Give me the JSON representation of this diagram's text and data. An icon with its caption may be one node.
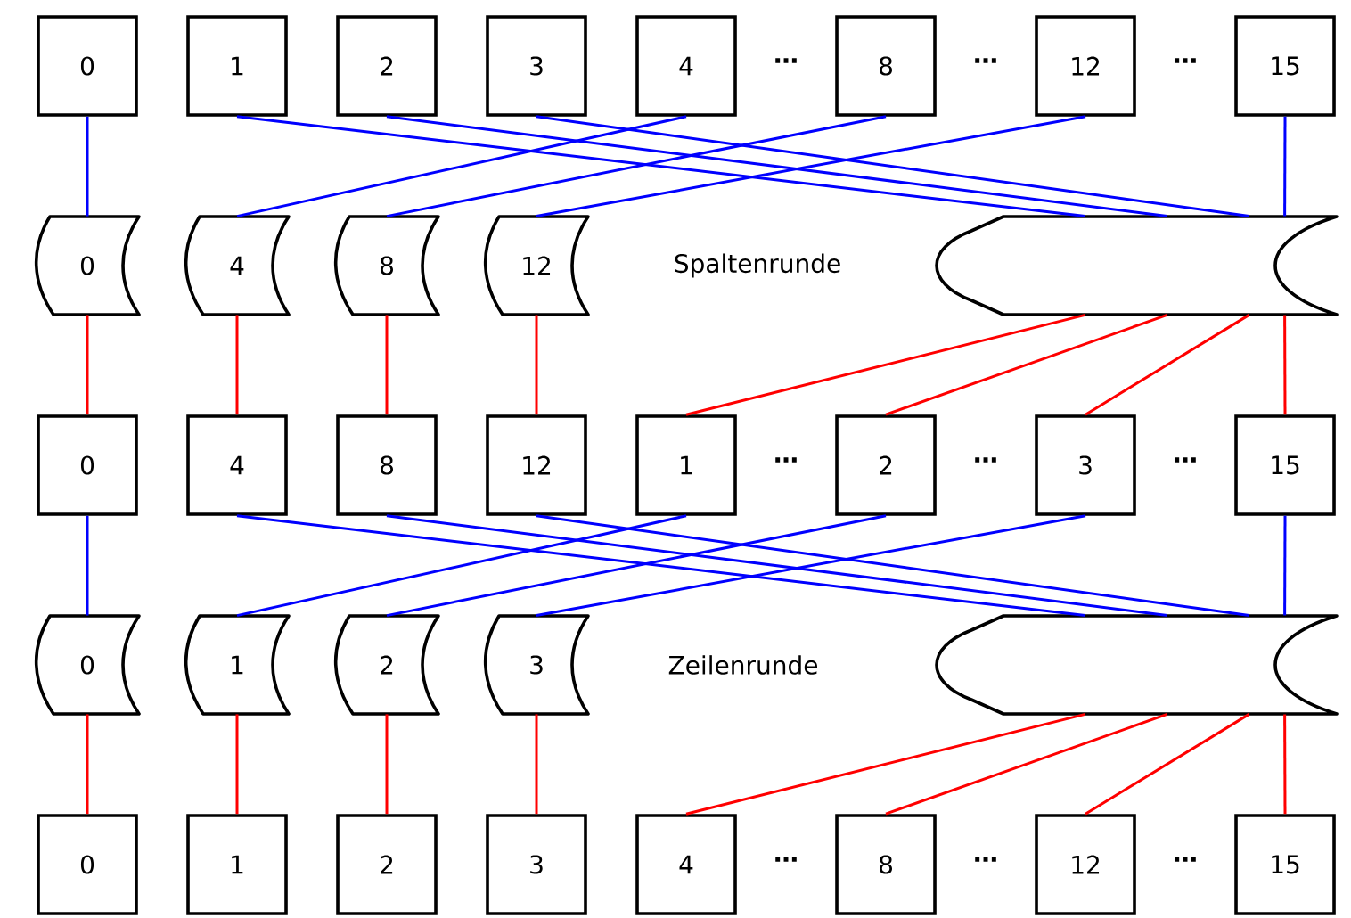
{
  "diagram": {
    "nodes": [
      {
        "text": [
          "0"
        ]
      },
      {
        "text": [
          "1"
        ]
      },
      {
        "text": [
          "2"
        ]
      },
      {
        "text": [
          "3"
        ]
      },
      {
        "text": [
          "4"
        ]
      },
      {
        "text": [
          "8"
        ]
      },
      {
        "text": [
          "12"
        ]
      },
      {
        "text": [
          "15"
        ]
      },
      {
        "text": [
          "0"
        ]
      },
      {
        "text": [
          "4"
        ]
      },
      {
        "text": [
          "8"
        ]
      },
      {
        "text": [
          "12"
        ]
      },
      {
        "text": [],
        "shape": "box"
      },
      {
        "text": [
          "0"
        ]
      },
      {
        "text": [
          "4"
        ]
      },
      {
        "text": [
          "8"
        ]
      },
      {
        "text": [
          "12"
        ]
      },
      {
        "text": [
          "1"
        ]
      },
      {
        "text": [
          "2"
        ]
      },
      {
        "text": [
          "3"
        ]
      },
      {
        "text": [
          "15"
        ]
      },
      {
        "text": [
          "0"
        ]
      },
      {
        "text": [
          "1"
        ]
      },
      {
        "text": [
          "2"
        ]
      },
      {
        "text": [
          "3"
        ]
      },
      {
        "text": [],
        "shape": "box"
      },
      {
        "text": [
          "0"
        ]
      },
      {
        "text": [
          "1"
        ]
      },
      {
        "text": [
          "2"
        ]
      },
      {
        "text": [
          "3"
        ]
      },
      {
        "text": [
          "4"
        ]
      },
      {
        "text": [
          "8"
        ]
      },
      {
        "text": [
          "12"
        ]
      },
      {
        "text": [
          "15"
        ]
      }
    ],
    "edges": [
      {
        "from": 0,
        "to": 8,
        "arrow": "none",
        "color": "#0000ff"
      },
      {
        "from": 4,
        "to": 9,
        "arrow": "none",
        "color": "#0000ff"
      },
      {
        "from": 5,
        "to": 10,
        "arrow": "none",
        "color": "#0000ff"
      },
      {
        "from": 6,
        "to": 11,
        "arrow": "none",
        "color": "#0000ff"
      },
      {
        "from": 1,
        "to": 12,
        "arrow": "none",
        "color": "#0000ff"
      },
      {
        "from": 2,
        "to": 12,
        "arrow": "none",
        "color": "#0000ff"
      },
      {
        "from": 3,
        "to": 12,
        "arrow": "none",
        "color": "#0000ff"
      },
      {
        "from": 7,
        "to": 12,
        "arrow": "none",
        "color": "#0000ff"
      },
      {
        "from": 8,
        "to": 13,
        "arrow": "none",
        "color": "#ff0000"
      },
      {
        "from": 9,
        "to": 14,
        "arrow": "none",
        "color": "#ff0000"
      },
      {
        "from": 10,
        "to": 15,
        "arrow": "none",
        "color": "#ff0000"
      },
      {
        "from": 11,
        "to": 16,
        "arrow": "none",
        "color": "#ff0000"
      },
      {
        "from": 12,
        "to": 17,
        "arrow": "none",
        "color": "#ff0000"
      },
      {
        "from": 12,
        "to": 18,
        "arrow": "none",
        "color": "#ff0000"
      },
      {
        "from": 12,
        "to": 19,
        "arrow": "none",
        "color": "#ff0000"
      },
      {
        "from": 12,
        "to": 20,
        "arrow": "none",
        "color": "#ff0000"
      },
      {
        "from": 13,
        "to": 21,
        "arrow": "none",
        "color": "#0000ff"
      },
      {
        "from": 17,
        "to": 22,
        "arrow": "none",
        "color": "#0000ff"
      },
      {
        "from": 18,
        "to": 23,
        "arrow": "none",
        "color": "#0000ff"
      },
      {
        "from": 19,
        "to": 24,
        "arrow": "none",
        "color": "#0000ff"
      },
      {
        "from": 14,
        "to": 25,
        "arrow": "none",
        "color": "#0000ff"
      },
      {
        "from": 15,
        "to": 25,
        "arrow": "none",
        "color": "#0000ff"
      },
      {
        "from": 16,
        "to": 25,
        "arrow": "none",
        "color": "#0000ff"
      },
      {
        "from": 20,
        "to": 25,
        "arrow": "none",
        "color": "#0000ff"
      },
      {
        "from": 21,
        "to": 26,
        "arrow": "none",
        "color": "#ff0000"
      },
      {
        "from": 22,
        "to": 27,
        "arrow": "none",
        "color": "#ff0000"
      },
      {
        "from": 23,
        "to": 28,
        "arrow": "none",
        "color": "#ff0000"
      },
      {
        "from": 24,
        "to": 29,
        "arrow": "none",
        "color": "#ff0000"
      },
      {
        "from": 25,
        "to": 30,
        "arrow": "none",
        "color": "#ff0000"
      },
      {
        "from": 25,
        "to": 31,
        "arrow": "none",
        "color": "#ff0000"
      },
      {
        "from": 25,
        "to": 32,
        "arrow": "none",
        "color": "#ff0000"
      },
      {
        "from": 25,
        "to": 33,
        "arrow": "none",
        "color": "#ff0000"
      }
    ],
    "labels": [
      "…",
      "…",
      "…",
      "Spaltenrunde",
      "…",
      "…",
      "…",
      "Zeilenrunde",
      "…",
      "…",
      "…"
    ]
  }
}
